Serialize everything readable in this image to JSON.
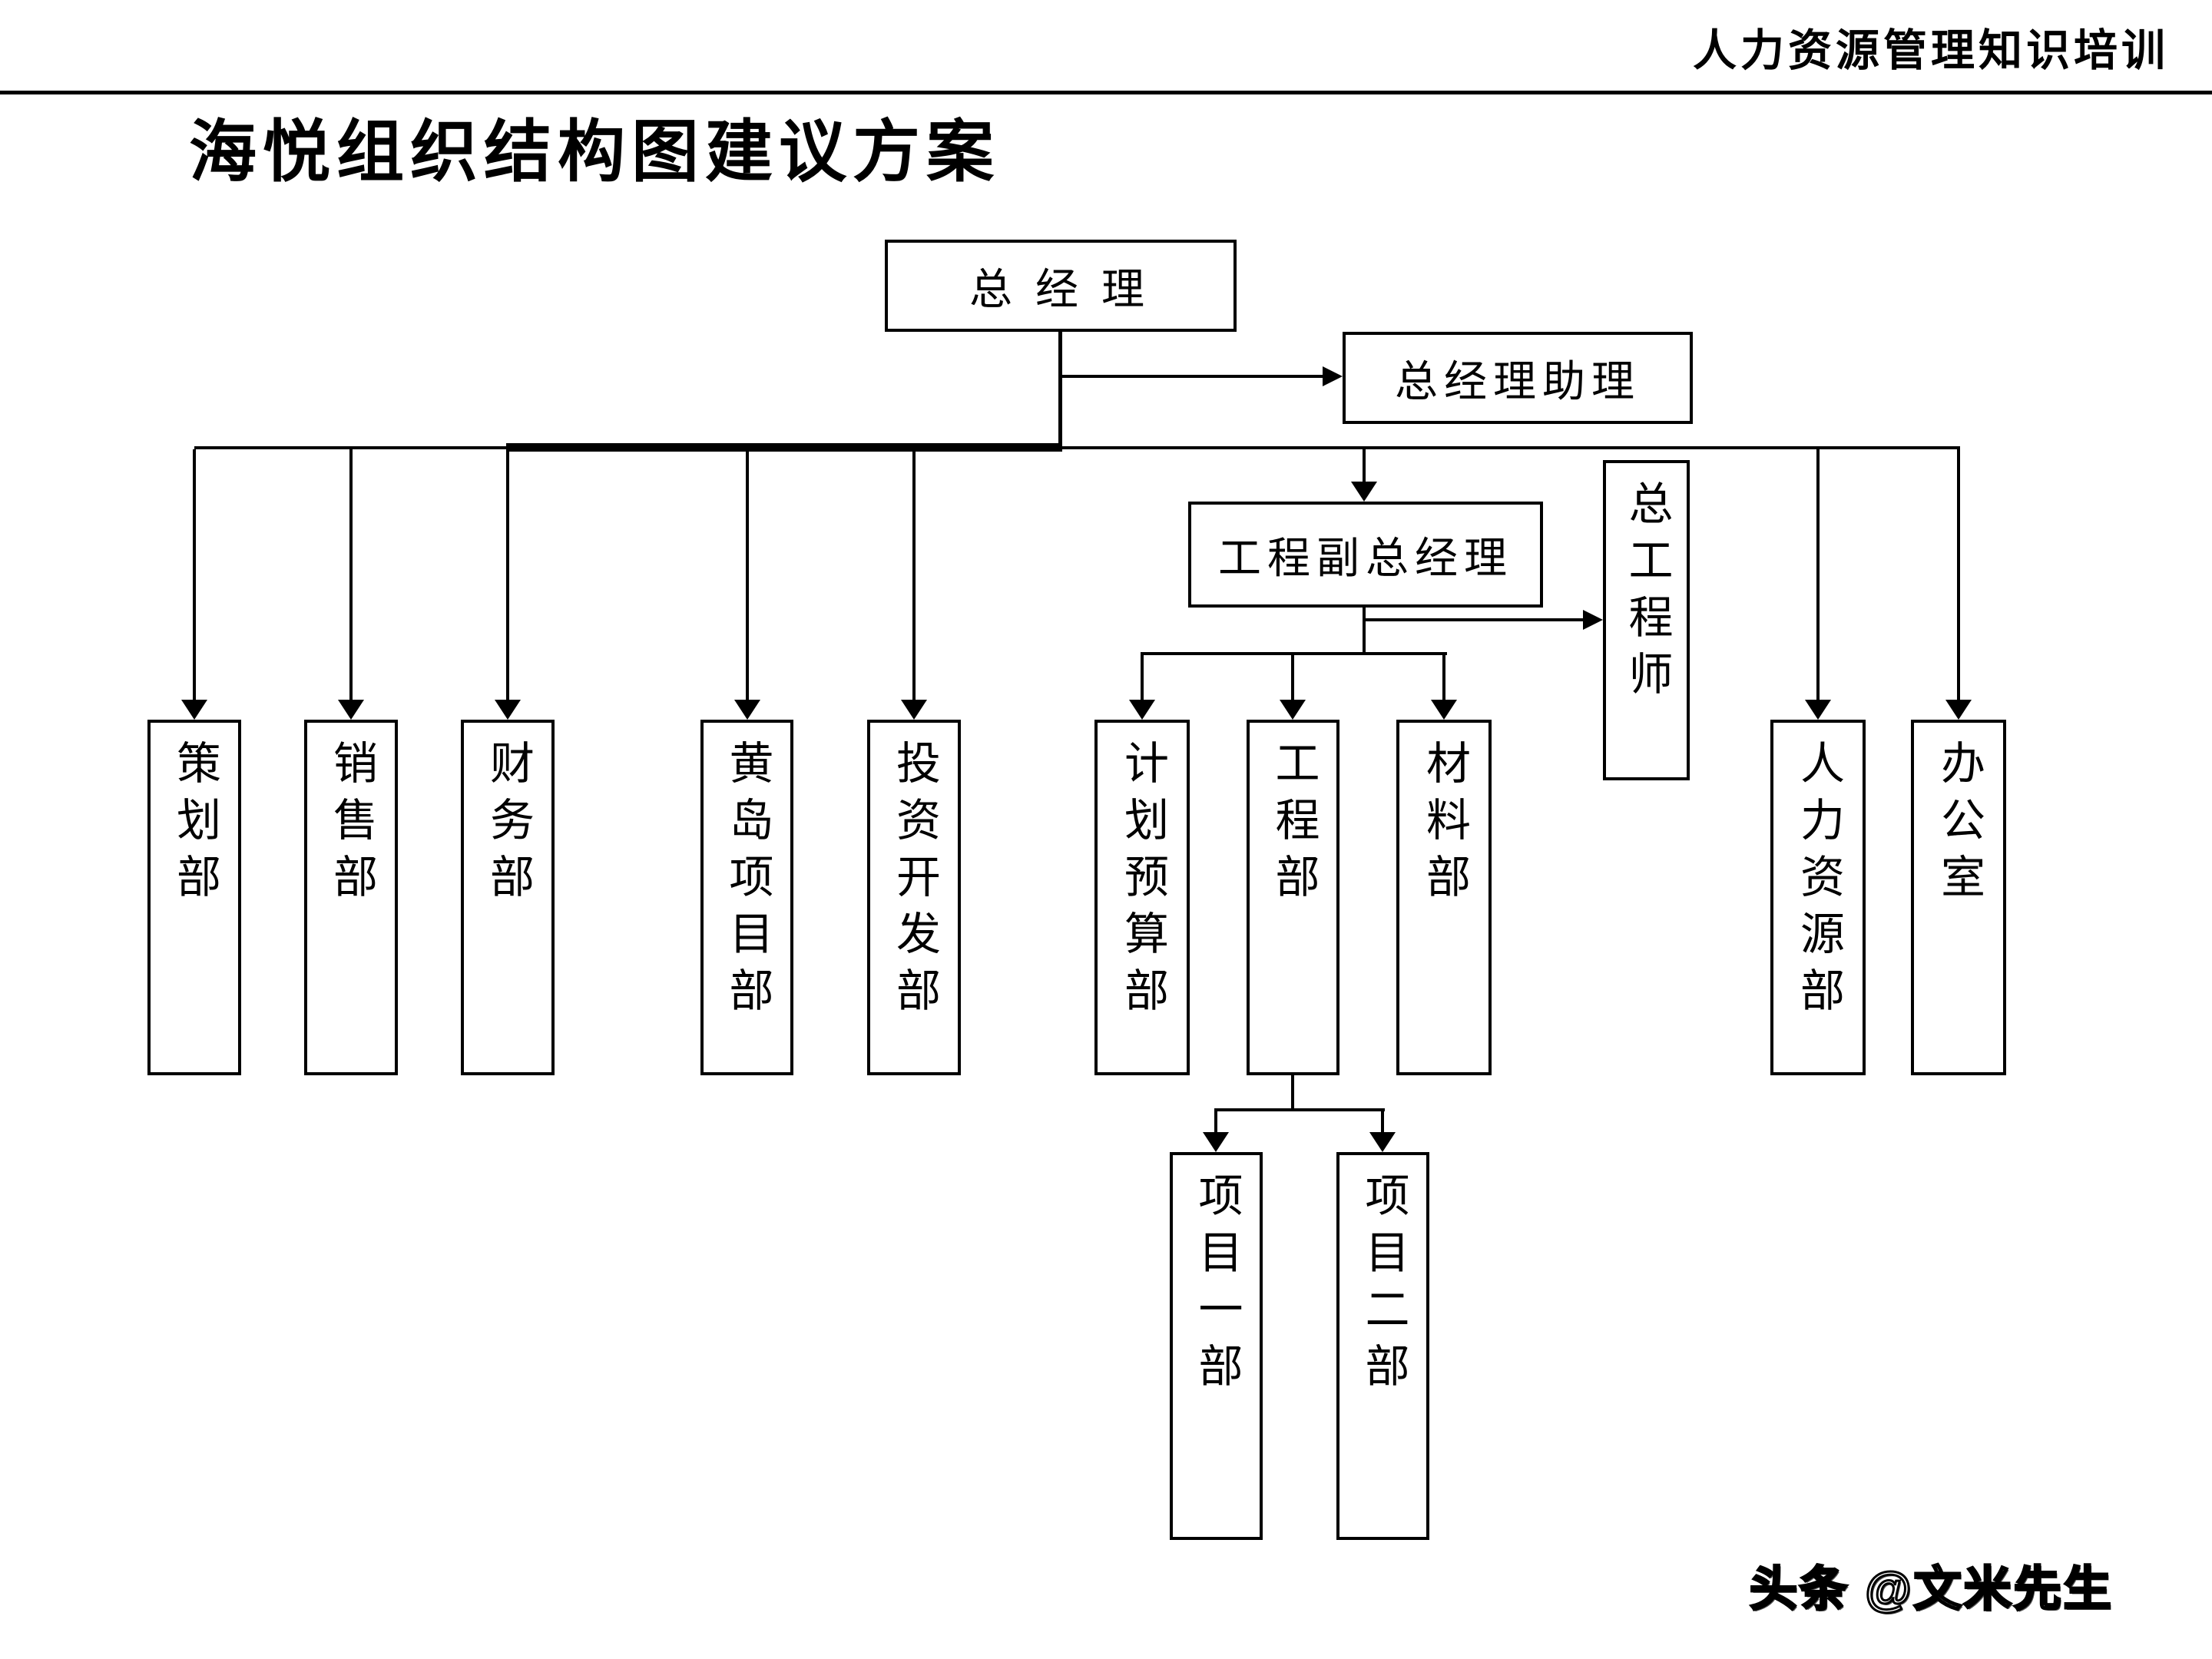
{
  "header": {
    "training_label": "人力资源管理知识培训"
  },
  "title": "海悦组织结构图建议方案",
  "watermark": "头条 @文米先生",
  "org_chart": {
    "nodes": [
      {
        "id": "gm",
        "label": "总经理",
        "orientation": "horizontal"
      },
      {
        "id": "assistant",
        "label": "总经理助理",
        "orientation": "horizontal"
      },
      {
        "id": "deputy",
        "label": "工程副总经理",
        "orientation": "horizontal"
      },
      {
        "id": "chief",
        "label": "总工程师",
        "orientation": "vertical"
      },
      {
        "id": "planning",
        "label": "策划部",
        "orientation": "vertical"
      },
      {
        "id": "sales",
        "label": "销售部",
        "orientation": "vertical"
      },
      {
        "id": "finance",
        "label": "财务部",
        "orientation": "vertical"
      },
      {
        "id": "huangdao",
        "label": "黄岛项目部",
        "orientation": "vertical"
      },
      {
        "id": "investment",
        "label": "投资开发部",
        "orientation": "vertical"
      },
      {
        "id": "budget",
        "label": "计划预算部",
        "orientation": "vertical"
      },
      {
        "id": "engineering",
        "label": "工程部",
        "orientation": "vertical"
      },
      {
        "id": "materials",
        "label": "材料部",
        "orientation": "vertical"
      },
      {
        "id": "hr",
        "label": "人力资源部",
        "orientation": "vertical"
      },
      {
        "id": "office",
        "label": "办公室",
        "orientation": "vertical"
      },
      {
        "id": "project1",
        "label": "项目一部",
        "orientation": "vertical"
      },
      {
        "id": "project2",
        "label": "项目二部",
        "orientation": "vertical"
      }
    ],
    "line_color": "#000000",
    "box_fill": "#ffffff"
  }
}
